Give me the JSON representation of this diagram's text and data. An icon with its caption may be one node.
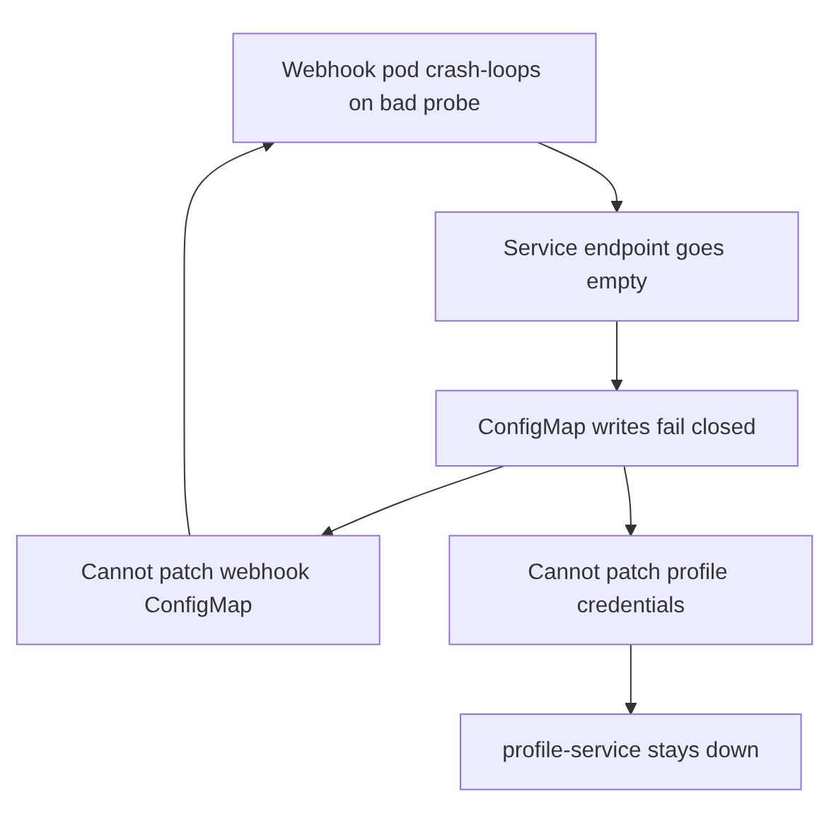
{
  "diagram": {
    "nodes": [
      {
        "text": [
          "Webhook pod crash-loops on bad probe"
        ]
      },
      {
        "text": [
          "Service endpoint goes empty"
        ]
      },
      {
        "text": [
          "ConfigMap writes fail closed"
        ]
      },
      {
        "text": [
          "Cannot patch webhook ConfigMap"
        ]
      },
      {
        "text": [
          "Cannot patch profile credentials"
        ]
      },
      {
        "text": [
          "profile-service stays down"
        ]
      }
    ],
    "edges": [
      {
        "from": 0,
        "to": 1,
        "arrow": "to"
      },
      {
        "from": 1,
        "to": 2,
        "arrow": "to"
      },
      {
        "from": 2,
        "to": 3,
        "arrow": "to"
      },
      {
        "from": 2,
        "to": 4,
        "arrow": "to"
      },
      {
        "from": 3,
        "to": 0,
        "arrow": "to"
      },
      {
        "from": 4,
        "to": 5,
        "arrow": "to"
      }
    ]
  }
}
